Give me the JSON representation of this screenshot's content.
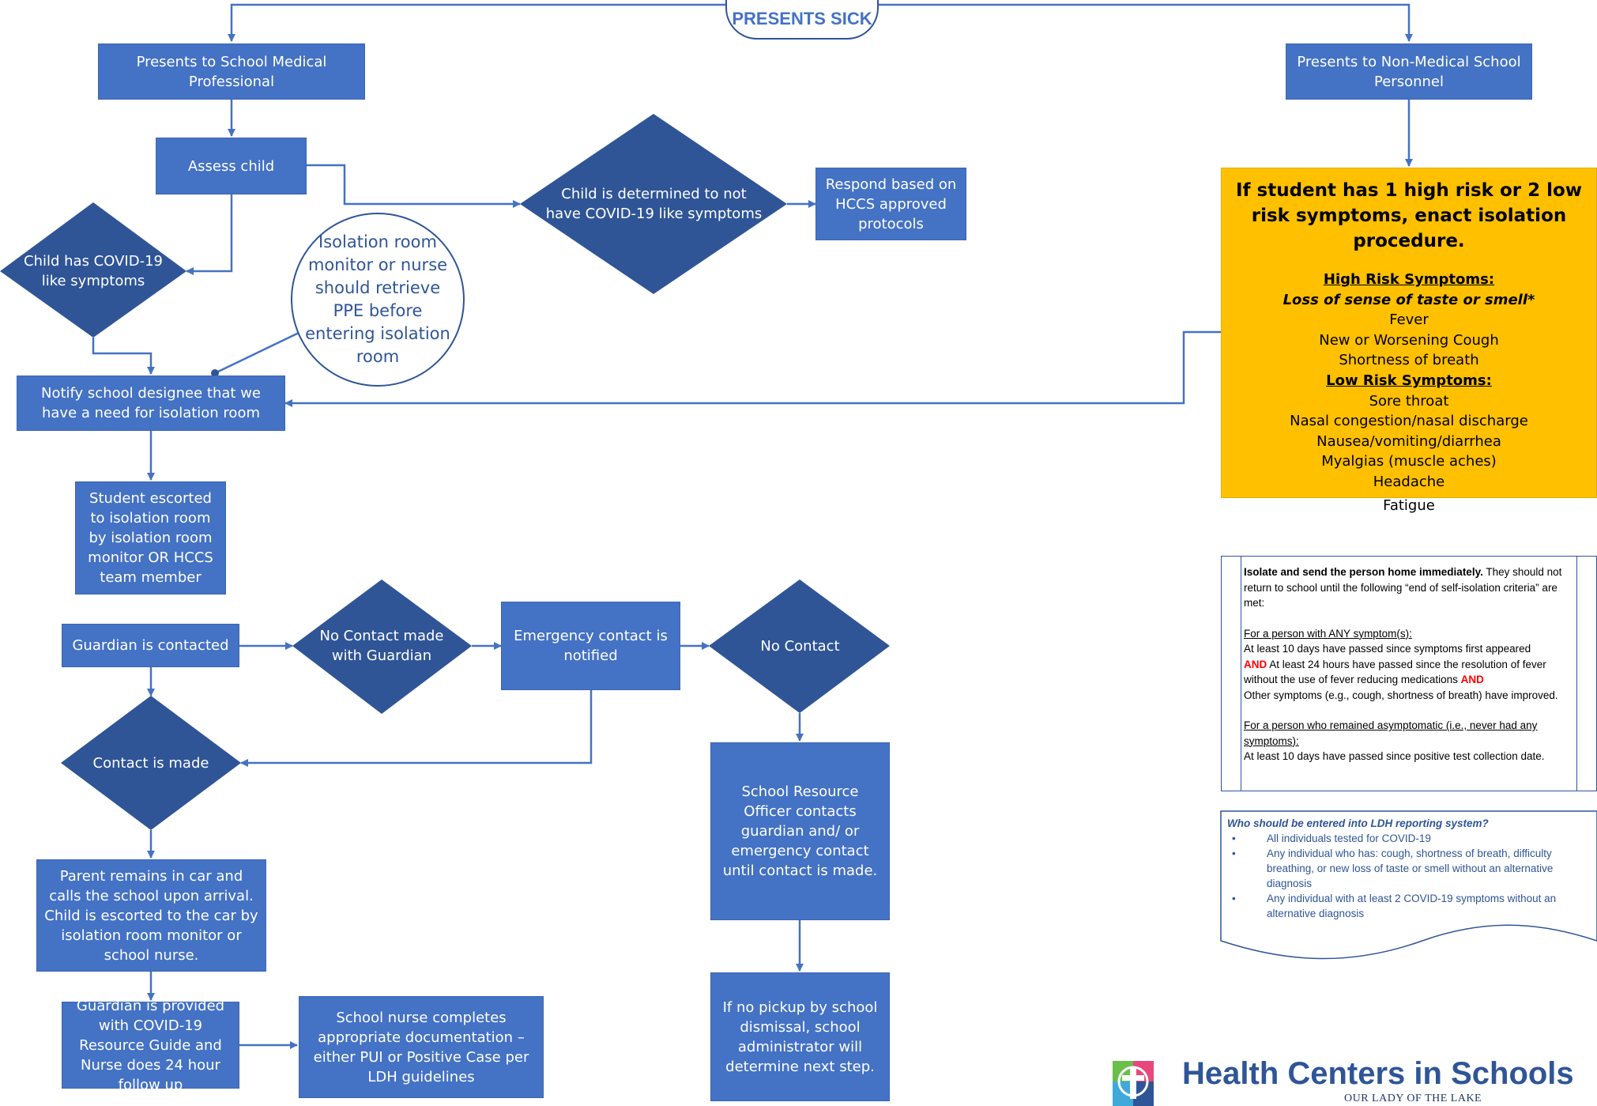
{
  "title": "PRESENTS SICK",
  "nodes": {
    "school_medical": "Presents to School Medical Professional",
    "non_medical": "Presents to Non-Medical School Personnel",
    "assess": "Assess child",
    "not_covid": "Child is determined to not have COVID-19 like symptoms",
    "respond": "Respond based on HCCS approved protocols",
    "has_covid": "Child has COVID-19 like symptoms",
    "isolation_note": "Isolation room monitor or nurse should retrieve PPE before entering isolation room",
    "notify": "Notify school designee that we have a need for isolation room",
    "escorted": "Student escorted to isolation room by isolation room monitor OR HCCS team member",
    "guardian_contacted": "Guardian is contacted",
    "no_contact_guardian": "No Contact made with Guardian",
    "emergency_notified": "Emergency contact is notified",
    "no_contact": "No Contact",
    "contact_made": "Contact is made",
    "sro": "School Resource Officer contacts guardian and/ or emergency contact until contact is made.",
    "parent_car": "Parent remains in car and calls the school upon arrival. Child is escorted to the car by isolation room monitor or school nurse.",
    "guardian_provided": "Guardian is provided with COVID-19 Resource Guide and Nurse does 24 hour follow up",
    "nurse_docs": "School nurse completes appropriate documentation – either PUI or Positive Case per LDH guidelines",
    "no_pickup": "If no pickup by school dismissal, school administrator will determine next step."
  },
  "symptoms": {
    "heading": "If student has 1 high risk or 2 low risk symptoms, enact isolation procedure.",
    "high_label": "High Risk Symptoms:",
    "high_items": [
      "Loss of sense of taste or smell*",
      "Fever",
      "New or Worsening Cough",
      "Shortness of breath"
    ],
    "low_label": "Low Risk Symptoms:",
    "low_items": [
      "Sore throat",
      "Nasal congestion/nasal discharge",
      "Nausea/vomiting/diarrhea",
      "Myalgias (muscle aches)",
      "Headache",
      "Fatigue"
    ]
  },
  "criteria": {
    "lead_bold": "Isolate and send the person home immediately.",
    "lead_rest": " They should not return to school until the following “end of self-isolation criteria” are met:",
    "any_symptom_label": "For a person with ANY symptom(s):",
    "line1": " At least 10 days have passed since symptoms first appeared",
    "and1": "AND",
    "line2": " At least 24 hours have passed since the resolution of fever without the use of fever reducing medications ",
    "and2": "AND",
    "line3": "Other symptoms (e.g., cough, shortness of breath) have improved.",
    "asymptomatic_label": "For a person who remained asymptomatic (i.e., never had any symptoms):",
    "line4": "At least 10 days have passed since positive test collection date."
  },
  "reporting": {
    "question": "Who should be entered into LDH reporting system?",
    "bullet": "•",
    "items": [
      "All individuals tested for COVID-19",
      "Any individual who has: cough, shortness of breath, difficulty breathing, or new loss of taste or smell without an alternative diagnosis",
      "Any individual with at least 2 COVID-19 symptoms without an alternative diagnosis"
    ]
  },
  "logo": {
    "name": "Health Centers in Schools",
    "sub": "OUR LADY OF THE LAKE"
  },
  "colors": {
    "box": "#4472c4",
    "diamond": "#2f5597",
    "arrow": "#4472c4",
    "symptoms_bg": "#ffc000"
  }
}
